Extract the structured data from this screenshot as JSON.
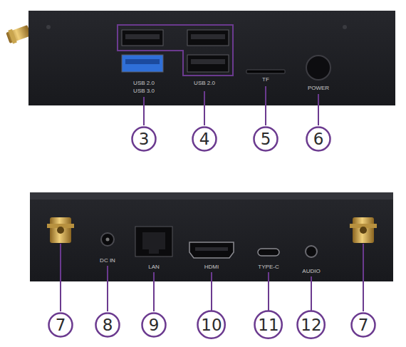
{
  "diagram": {
    "nodes": [
      {
        "text": [
          "3"
        ]
      },
      {
        "text": [
          "4"
        ]
      },
      {
        "text": [
          "5"
        ]
      },
      {
        "text": [
          "6"
        ]
      },
      {
        "text": [
          "7"
        ]
      },
      {
        "text": [
          "8"
        ]
      },
      {
        "text": [
          "9"
        ]
      },
      {
        "text": [
          "10"
        ]
      },
      {
        "text": [
          "11"
        ]
      },
      {
        "text": [
          "12"
        ]
      },
      {
        "text": [
          "7"
        ]
      }
    ],
    "labels": [
      "USB 2.0",
      "USB 3.0",
      "USB 2.0",
      "TF",
      "POWER",
      "DC IN",
      "LAN",
      "HDMI",
      "TYPE-C",
      "AUDIO"
    ]
  }
}
